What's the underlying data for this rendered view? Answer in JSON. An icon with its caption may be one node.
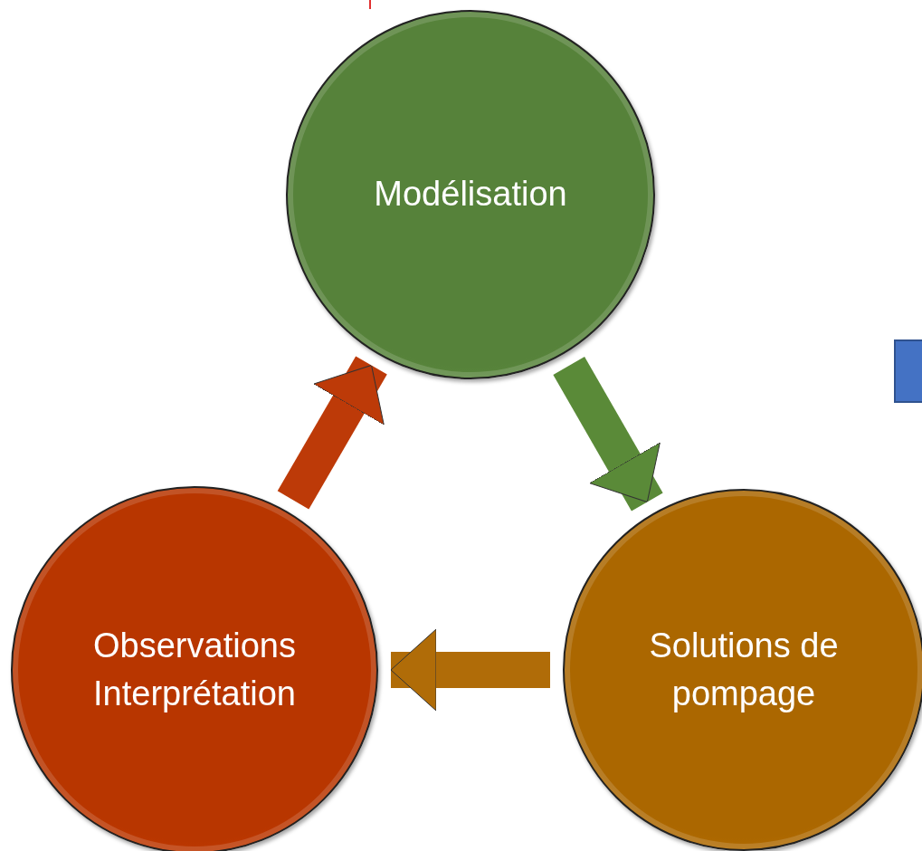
{
  "diagram": {
    "nodes": [
      {
        "text": [
          "Modélisation"
        ]
      },
      {
        "text": [
          "Solutions de pompage"
        ]
      },
      {
        "text": [
          "Observations Interprétation"
        ]
      }
    ],
    "edges": [
      {
        "from": 0,
        "to": 1,
        "arrow": "to",
        "color": "#5a8a38"
      },
      {
        "from": 1,
        "to": 2,
        "arrow": "to",
        "color": "#b06c08"
      },
      {
        "from": 2,
        "to": 0,
        "arrow": "to",
        "color": "#bd3a08"
      }
    ]
  }
}
